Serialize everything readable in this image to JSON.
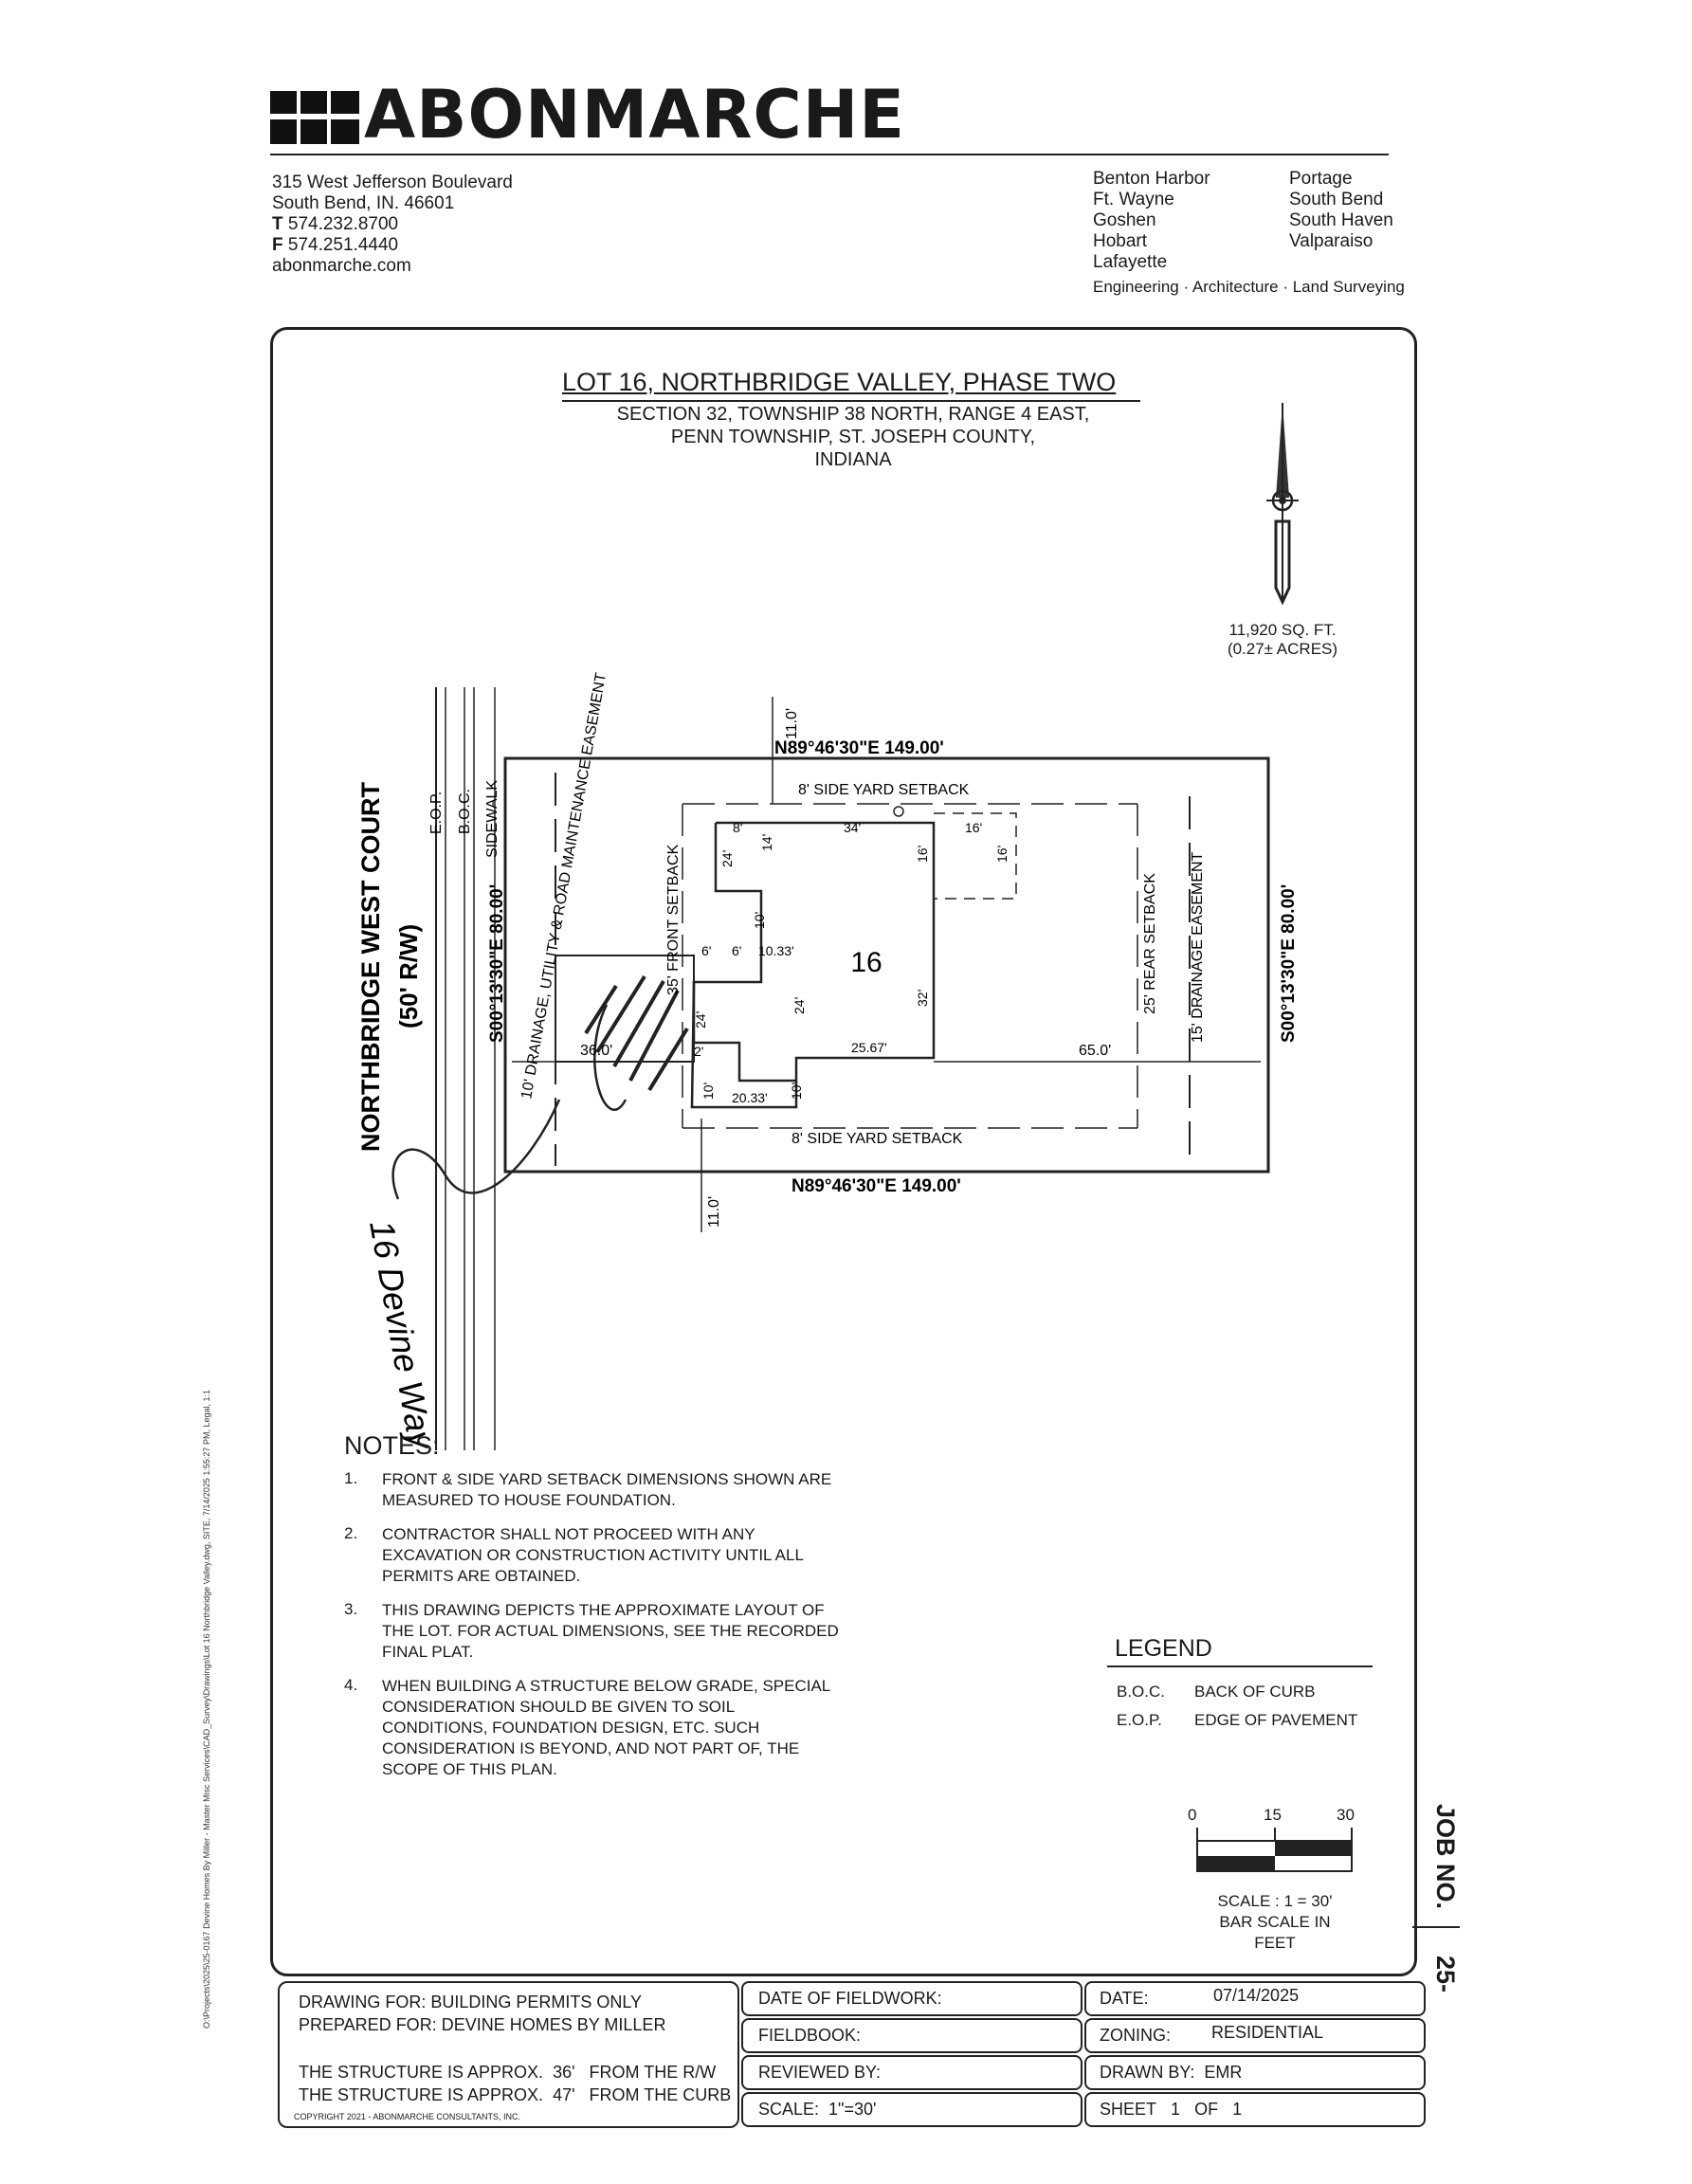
{
  "header": {
    "company": "ABONMARCHE",
    "address_lines": [
      "315 West Jefferson Boulevard",
      "South Bend, IN. 46601"
    ],
    "phone_label": "T",
    "phone": "574.232.8700",
    "fax_label": "F",
    "fax": "574.251.4440",
    "website": "abonmarche.com",
    "offices_col1": [
      "Benton Harbor",
      "Ft. Wayne",
      "Goshen",
      "Hobart",
      "Lafayette"
    ],
    "offices_col2": [
      "Portage",
      "South Bend",
      "South Haven",
      "Valparaiso"
    ],
    "services": "Engineering · Architecture · Land Surveying"
  },
  "drawing": {
    "title": "LOT 16, NORTHBRIDGE VALLEY, PHASE TWO",
    "subtitle_lines": [
      "SECTION 32, TOWNSHIP 38 NORTH, RANGE 4 EAST,",
      "PENN TOWNSHIP, ST. JOSEPH COUNTY,",
      "INDIANA"
    ],
    "area_line1": "11,920 SQ. FT.",
    "area_line2": "(0.27± ACRES)",
    "street_name": "NORTHBRIDGE WEST COURT",
    "street_rw": "(50' R/W)",
    "label_eop": "E.O.P.",
    "label_boc": "B.O.C.",
    "label_sidewalk": "SIDEWALK",
    "bearing_west": "S00°13'30\"E  80.00'",
    "bearing_east": "S00°13'30\"E  80.00'",
    "bearing_north": "N89°46'30\"E 149.00'",
    "bearing_south": "N89°46'30\"E 149.00'",
    "easement_front": "10' DRAINAGE, UTILITY & ROAD MAINTENANCE EASEMENT",
    "front_setback": "35' FRONT SETBACK",
    "side_setback_top": "8' SIDE YARD SETBACK",
    "side_setback_bottom": "8' SIDE YARD SETBACK",
    "rear_setback": "25' REAR SETBACK",
    "drainage_easement": "15' DRAINAGE EASEMENT",
    "lot_number": "16",
    "offset_top": "11.0'",
    "offset_bottom": "11.0'",
    "dim_front": "36.0'",
    "dim_rear": "65.0'",
    "house_dims": {
      "d8": "8'",
      "d34": "34'",
      "d16a": "16'",
      "d16b": "16'",
      "d16c": "16'",
      "d24a": "24'",
      "d14": "14'",
      "d10a": "10'",
      "d6a": "6'",
      "d6b": "6'",
      "d1033": "10.33'",
      "d24b": "24'",
      "d24c": "24'",
      "d32": "32'",
      "d2567": "25.67'",
      "d2": "2'",
      "d10b": "10'",
      "d10c": "10'",
      "d2033": "20.33'"
    },
    "handwritten_note": "16 Devine Way"
  },
  "notes": {
    "title": "NOTES:",
    "items": [
      {
        "num": "1.",
        "lines": [
          "FRONT & SIDE YARD SETBACK DIMENSIONS SHOWN ARE",
          "MEASURED TO HOUSE FOUNDATION."
        ]
      },
      {
        "num": "2.",
        "lines": [
          "CONTRACTOR SHALL NOT PROCEED WITH ANY",
          "EXCAVATION OR CONSTRUCTION ACTIVITY UNTIL ALL",
          "PERMITS ARE OBTAINED."
        ]
      },
      {
        "num": "3.",
        "lines": [
          "THIS DRAWING DEPICTS THE APPROXIMATE LAYOUT OF",
          "THE LOT.  FOR ACTUAL DIMENSIONS, SEE THE RECORDED",
          "FINAL PLAT."
        ]
      },
      {
        "num": "4.",
        "lines": [
          "WHEN BUILDING A STRUCTURE BELOW GRADE, SPECIAL",
          "CONSIDERATION SHOULD BE GIVEN TO SOIL",
          "CONDITIONS, FOUNDATION DESIGN, ETC.  SUCH",
          "CONSIDERATION IS BEYOND, AND NOT PART OF, THE",
          "SCOPE OF THIS PLAN."
        ]
      }
    ]
  },
  "legend": {
    "title": "LEGEND",
    "items": [
      {
        "abbr": "B.O.C.",
        "desc": "BACK OF CURB"
      },
      {
        "abbr": "E.O.P.",
        "desc": "EDGE OF PAVEMENT"
      }
    ]
  },
  "scale_bar": {
    "ticks": [
      "0",
      "15",
      "30"
    ],
    "scale_text": "SCALE : 1 = 30'",
    "unit_text": "BAR SCALE IN FEET"
  },
  "job_no": "JOB NO.",
  "job_no_value": "25-",
  "side_path": "O:\\Projects\\2025\\25-0167 Devine Homes By Miller - Master Misc Services\\CAD_Survey\\Drawings\\Lot 16 Northbridge Valley.dwg, SITE, 7/14/2025 1:55:27 PM, Legal, 1:1",
  "title_block": {
    "drawing_for_label": "DRAWING FOR:",
    "drawing_for": "BUILDING PERMITS ONLY",
    "prepared_for_label": "PREPARED FOR:",
    "prepared_for": "DEVINE HOMES BY MILLER",
    "structure_line1_a": "THE STRUCTURE IS APPROX.",
    "structure_line1_b": "36'",
    "structure_line1_c": "FROM THE R/W",
    "structure_line2_a": "THE STRUCTURE IS APPROX.",
    "structure_line2_b": "47'",
    "structure_line2_c": "FROM THE CURB",
    "copyright": "COPYRIGHT 2021 - ABONMARCHE CONSULTANTS, INC.",
    "fieldwork_label": "DATE OF FIELDWORK:",
    "fieldbook_label": "FIELDBOOK:",
    "reviewed_label": "REVIEWED BY:",
    "scale_label": "SCALE:",
    "scale_value": "1\"=30'",
    "date_label": "DATE:",
    "date_value": "07/14/2025",
    "zoning_label": "ZONING:",
    "zoning_value": "RESIDENTIAL",
    "drawn_label": "DRAWN BY:",
    "drawn_value": "EMR",
    "sheet_label": "SHEET",
    "sheet_num": "1",
    "sheet_of": "OF",
    "sheet_total": "1"
  }
}
